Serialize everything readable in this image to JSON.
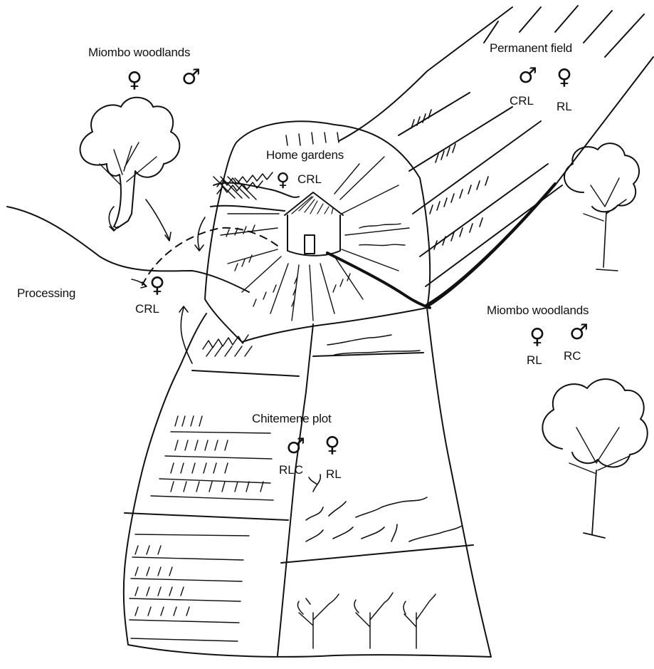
{
  "labels": {
    "miombo_top_left": "Miombo woodlands",
    "permanent_field": "Permanent field",
    "home_gardens": "Home gardens",
    "processing": "Processing",
    "miombo_right": "Miombo woodlands",
    "chitemene_plot": "Chitemene plot"
  },
  "symbols": {
    "female": "♀",
    "male": "♂"
  },
  "codes": {
    "permanent_male": "CRL",
    "permanent_female": "RL",
    "home_gardens_female": "CRL",
    "processing_female": "CRL",
    "miombo_right_female": "RL",
    "miombo_right_male": "RC",
    "chitemene_male": "RLC",
    "chitemene_female": "RL"
  },
  "colors": {
    "ink": "#111111",
    "paper": "#ffffff"
  }
}
